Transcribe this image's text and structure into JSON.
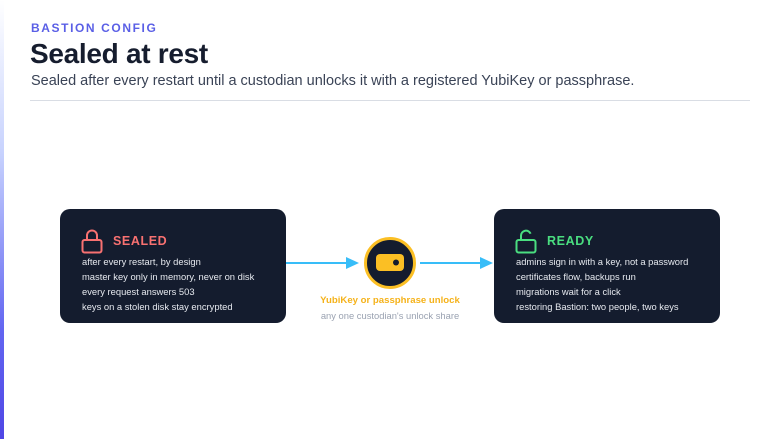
{
  "header": {
    "eyebrow": "BASTION CONFIG",
    "title": "Sealed at rest",
    "subtitle": "Sealed after every restart until a custodian unlocks it with a registered YubiKey or passphrase."
  },
  "sealed_card": {
    "state": "SEALED",
    "icon": "lock-closed-icon",
    "color": "#f87171",
    "lines": [
      "after every restart, by design",
      "master key only in memory, never on disk",
      "every request answers 503",
      "keys on a stolen disk stay encrypted"
    ]
  },
  "transition": {
    "icon": "key-icon",
    "color": "#fbbf24",
    "label": "YubiKey or passphrase unlock",
    "sublabel": "any one custodian's unlock share"
  },
  "ready_card": {
    "state": "READY",
    "icon": "lock-open-icon",
    "color": "#4ade80",
    "lines": [
      "admins sign in with a key, not a password",
      "certificates flow, backups run",
      "migrations wait for a click",
      "restoring Bastion: two people, two keys"
    ]
  },
  "colors": {
    "accent": "#5a5fe6",
    "card_bg": "#141c2e",
    "arrow": "#38bdf8"
  }
}
